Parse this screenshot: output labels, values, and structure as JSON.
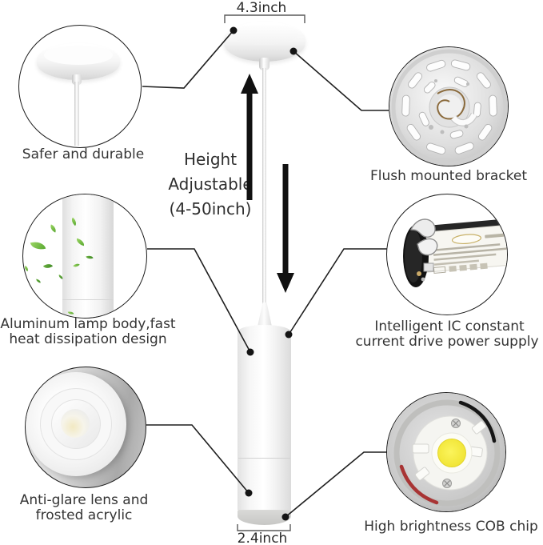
{
  "dimensions": {
    "canopy_width": "4.3inch",
    "lamp_diameter": "2.4inch"
  },
  "height_adjustable": {
    "line1": "Height",
    "line2": "Adjustable",
    "line3": "(4-50inch)"
  },
  "callouts": {
    "canopy": {
      "label": "Safer and durable"
    },
    "bracket": {
      "label": "Flush mounted bracket"
    },
    "body": {
      "line1": "Aluminum lamp body,fast",
      "line2": "heat dissipation design"
    },
    "driver": {
      "line1": "Intelligent IC constant",
      "line2": "current drive power supply"
    },
    "lens": {
      "line1": "Anti-glare lens and",
      "line2": "frosted acrylic"
    },
    "cob": {
      "label": "High brightness COB chip"
    }
  },
  "colors": {
    "leader_line": "#1f1f1f",
    "arrow_black": "#111111",
    "label_text": "#343434",
    "leaf_green": "#76c043",
    "cob_yellow": "#f3ea3d",
    "wire_red": "#a83434",
    "wire_black": "#161616"
  }
}
